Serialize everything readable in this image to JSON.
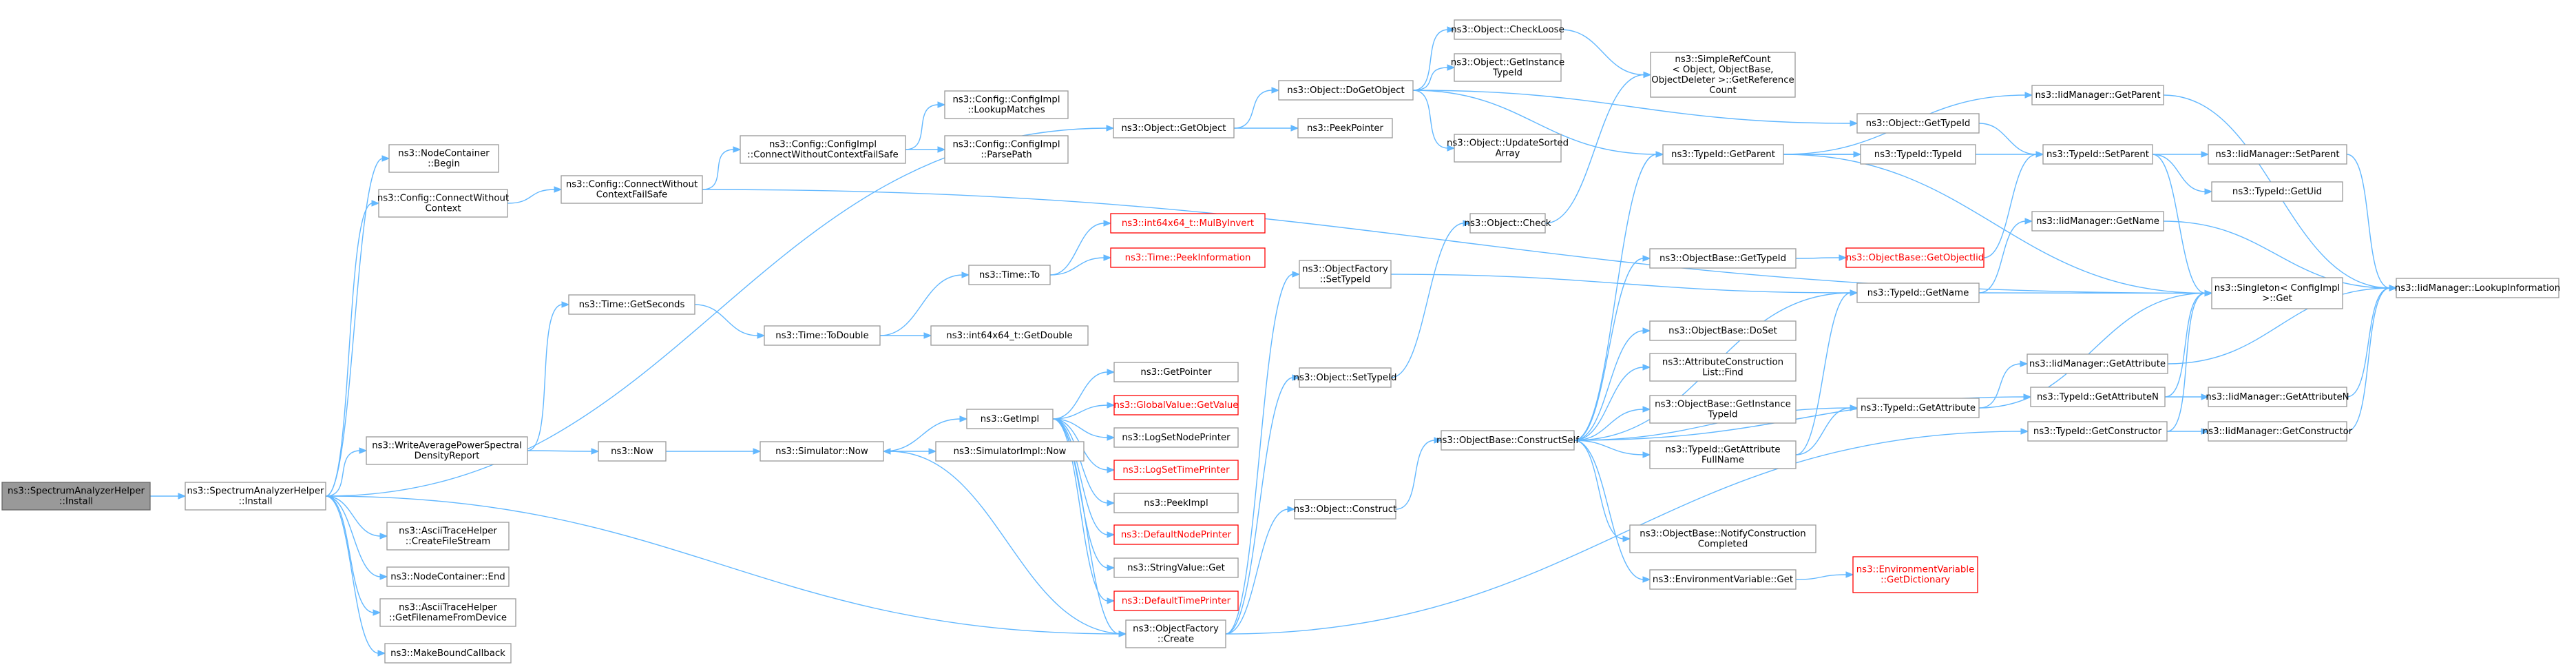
{
  "graph": {
    "nodes": [
      {
        "id": "n0",
        "lines": [
          "ns3::SpectrumAnalyzerHelper",
          "::Install"
        ],
        "kind": "root"
      },
      {
        "id": "n1",
        "lines": [
          "ns3::SpectrumAnalyzerHelper",
          "::Install"
        ],
        "kind": "normal"
      },
      {
        "id": "n2",
        "lines": [
          "ns3::NodeContainer",
          "::Begin"
        ],
        "kind": "normal"
      },
      {
        "id": "n3",
        "lines": [
          "ns3::Config::ConnectWithout",
          "Context"
        ],
        "kind": "normal"
      },
      {
        "id": "n4",
        "lines": [
          "ns3::Config::ConnectWithout",
          "ContextFailSafe"
        ],
        "kind": "normal"
      },
      {
        "id": "n5",
        "lines": [
          "ns3::Config::ConfigImpl",
          "::ConnectWithoutContextFailSafe"
        ],
        "kind": "normal"
      },
      {
        "id": "n6",
        "lines": [
          "ns3::Config::ConfigImpl",
          "::LookupMatches"
        ],
        "kind": "normal"
      },
      {
        "id": "n7",
        "lines": [
          "ns3::Config::ConfigImpl",
          "::ParsePath"
        ],
        "kind": "normal"
      },
      {
        "id": "n8",
        "lines": [
          "ns3::Object::GetObject"
        ],
        "kind": "normal"
      },
      {
        "id": "n9",
        "lines": [
          "ns3::Object::DoGetObject"
        ],
        "kind": "normal"
      },
      {
        "id": "n10",
        "lines": [
          "ns3::PeekPointer"
        ],
        "kind": "normal"
      },
      {
        "id": "n11",
        "lines": [
          "ns3::Object::CheckLoose"
        ],
        "kind": "normal"
      },
      {
        "id": "n12",
        "lines": [
          "ns3::Object::GetInstance",
          "TypeId"
        ],
        "kind": "normal"
      },
      {
        "id": "n13",
        "lines": [
          "ns3::Object::UpdateSorted",
          "Array"
        ],
        "kind": "normal"
      },
      {
        "id": "n14",
        "lines": [
          "ns3::SimpleRefCount",
          "< Object, ObjectBase,",
          "ObjectDeleter >::GetReference",
          "Count"
        ],
        "kind": "normal"
      },
      {
        "id": "n15",
        "lines": [
          "ns3::TypeId::GetParent"
        ],
        "kind": "normal"
      },
      {
        "id": "n16",
        "lines": [
          "ns3::Object::GetTypeId"
        ],
        "kind": "normal"
      },
      {
        "id": "n17",
        "lines": [
          "ns3::IidManager::GetParent"
        ],
        "kind": "normal"
      },
      {
        "id": "n18",
        "lines": [
          "ns3::TypeId::TypeId"
        ],
        "kind": "normal"
      },
      {
        "id": "n19",
        "lines": [
          "ns3::TypeId::SetParent"
        ],
        "kind": "normal"
      },
      {
        "id": "n20",
        "lines": [
          "ns3::IidManager::SetParent"
        ],
        "kind": "normal"
      },
      {
        "id": "n21",
        "lines": [
          "ns3::TypeId::GetUid"
        ],
        "kind": "normal"
      },
      {
        "id": "n22",
        "lines": [
          "ns3::IidManager::LookupInformation"
        ],
        "kind": "normal"
      },
      {
        "id": "n23",
        "lines": [
          "ns3::Singleton< ConfigImpl",
          ">::Get"
        ],
        "kind": "normal"
      },
      {
        "id": "n24",
        "lines": [
          "ns3::IidManager::GetName"
        ],
        "kind": "normal"
      },
      {
        "id": "n25",
        "lines": [
          "ns3::Time::GetSeconds"
        ],
        "kind": "normal"
      },
      {
        "id": "n26",
        "lines": [
          "ns3::Time::ToDouble"
        ],
        "kind": "normal"
      },
      {
        "id": "n27",
        "lines": [
          "ns3::Time::To"
        ],
        "kind": "normal"
      },
      {
        "id": "n28",
        "lines": [
          "ns3::int64x64_t::MulByInvert"
        ],
        "kind": "red"
      },
      {
        "id": "n29",
        "lines": [
          "ns3::Time::PeekInformation"
        ],
        "kind": "red"
      },
      {
        "id": "n30",
        "lines": [
          "ns3::int64x64_t::GetDouble"
        ],
        "kind": "normal"
      },
      {
        "id": "n31",
        "lines": [
          "ns3::WriteAveragePowerSpectral",
          "DensityReport"
        ],
        "kind": "normal"
      },
      {
        "id": "n32",
        "lines": [
          "ns3::Now"
        ],
        "kind": "normal"
      },
      {
        "id": "n33",
        "lines": [
          "ns3::Simulator::Now"
        ],
        "kind": "normal"
      },
      {
        "id": "n34",
        "lines": [
          "ns3::GetImpl"
        ],
        "kind": "normal"
      },
      {
        "id": "n35",
        "lines": [
          "ns3::SimulatorImpl::Now"
        ],
        "kind": "normal"
      },
      {
        "id": "n36",
        "lines": [
          "ns3::GetPointer"
        ],
        "kind": "normal"
      },
      {
        "id": "n37",
        "lines": [
          "ns3::GlobalValue::GetValue"
        ],
        "kind": "red"
      },
      {
        "id": "n38",
        "lines": [
          "ns3::LogSetNodePrinter"
        ],
        "kind": "normal"
      },
      {
        "id": "n39",
        "lines": [
          "ns3::LogSetTimePrinter"
        ],
        "kind": "red"
      },
      {
        "id": "n40",
        "lines": [
          "ns3::PeekImpl"
        ],
        "kind": "normal"
      },
      {
        "id": "n41",
        "lines": [
          "ns3::DefaultNodePrinter"
        ],
        "kind": "red"
      },
      {
        "id": "n42",
        "lines": [
          "ns3::StringValue::Get"
        ],
        "kind": "normal"
      },
      {
        "id": "n43",
        "lines": [
          "ns3::DefaultTimePrinter"
        ],
        "kind": "red"
      },
      {
        "id": "n44",
        "lines": [
          "ns3::ObjectFactory",
          "::Create"
        ],
        "kind": "normal"
      },
      {
        "id": "n45",
        "lines": [
          "ns3::ObjectFactory",
          "::SetTypeId"
        ],
        "kind": "normal"
      },
      {
        "id": "n46",
        "lines": [
          "ns3::Object::Check"
        ],
        "kind": "normal"
      },
      {
        "id": "n47",
        "lines": [
          "ns3::Object::SetTypeId"
        ],
        "kind": "normal"
      },
      {
        "id": "n48",
        "lines": [
          "ns3::Object::Construct"
        ],
        "kind": "normal"
      },
      {
        "id": "n49",
        "lines": [
          "ns3::ObjectBase::ConstructSelf"
        ],
        "kind": "normal"
      },
      {
        "id": "n50",
        "lines": [
          "ns3::ObjectBase::GetTypeId"
        ],
        "kind": "normal"
      },
      {
        "id": "n51",
        "lines": [
          "ns3::ObjectBase::GetObjectIid"
        ],
        "kind": "red"
      },
      {
        "id": "n52",
        "lines": [
          "ns3::TypeId::GetName"
        ],
        "kind": "normal"
      },
      {
        "id": "n53",
        "lines": [
          "ns3::ObjectBase::DoSet"
        ],
        "kind": "normal"
      },
      {
        "id": "n54",
        "lines": [
          "ns3::AttributeConstruction",
          "List::Find"
        ],
        "kind": "normal"
      },
      {
        "id": "n55",
        "lines": [
          "ns3::ObjectBase::GetInstance",
          "TypeId"
        ],
        "kind": "normal"
      },
      {
        "id": "n56",
        "lines": [
          "ns3::TypeId::GetAttribute",
          "FullName"
        ],
        "kind": "normal"
      },
      {
        "id": "n57",
        "lines": [
          "ns3::TypeId::GetAttribute"
        ],
        "kind": "normal"
      },
      {
        "id": "n58",
        "lines": [
          "ns3::IidManager::GetAttribute"
        ],
        "kind": "normal"
      },
      {
        "id": "n59",
        "lines": [
          "ns3::TypeId::GetAttributeN"
        ],
        "kind": "normal"
      },
      {
        "id": "n60",
        "lines": [
          "ns3::IidManager::GetAttributeN"
        ],
        "kind": "normal"
      },
      {
        "id": "n61",
        "lines": [
          "ns3::TypeId::GetConstructor"
        ],
        "kind": "normal"
      },
      {
        "id": "n62",
        "lines": [
          "ns3::IidManager::GetConstructor"
        ],
        "kind": "normal"
      },
      {
        "id": "n63",
        "lines": [
          "ns3::ObjectBase::NotifyConstruction",
          "Completed"
        ],
        "kind": "normal"
      },
      {
        "id": "n64",
        "lines": [
          "ns3::EnvironmentVariable::Get"
        ],
        "kind": "normal"
      },
      {
        "id": "n65",
        "lines": [
          "ns3::EnvironmentVariable",
          "::GetDictionary"
        ],
        "kind": "red"
      },
      {
        "id": "n66",
        "lines": [
          "ns3::AsciiTraceHelper",
          "::CreateFileStream"
        ],
        "kind": "normal"
      },
      {
        "id": "n67",
        "lines": [
          "ns3::NodeContainer::End"
        ],
        "kind": "normal"
      },
      {
        "id": "n68",
        "lines": [
          "ns3::AsciiTraceHelper",
          "::GetFilenameFromDevice"
        ],
        "kind": "normal"
      },
      {
        "id": "n69",
        "lines": [
          "ns3::MakeBoundCallback"
        ],
        "kind": "normal"
      }
    ],
    "edges": [
      [
        "n0",
        "n1"
      ],
      [
        "n1",
        "n2"
      ],
      [
        "n1",
        "n3"
      ],
      [
        "n3",
        "n4"
      ],
      [
        "n4",
        "n5"
      ],
      [
        "n5",
        "n6"
      ],
      [
        "n5",
        "n7"
      ],
      [
        "n4",
        "n23"
      ],
      [
        "n1",
        "n8"
      ],
      [
        "n8",
        "n9"
      ],
      [
        "n8",
        "n10"
      ],
      [
        "n9",
        "n11"
      ],
      [
        "n9",
        "n12"
      ],
      [
        "n9",
        "n13"
      ],
      [
        "n9",
        "n15"
      ],
      [
        "n9",
        "n16"
      ],
      [
        "n11",
        "n14"
      ],
      [
        "n15",
        "n17"
      ],
      [
        "n15",
        "n18"
      ],
      [
        "n15",
        "n19"
      ],
      [
        "n15",
        "n23"
      ],
      [
        "n16",
        "n19"
      ],
      [
        "n17",
        "n22"
      ],
      [
        "n19",
        "n20"
      ],
      [
        "n19",
        "n21"
      ],
      [
        "n19",
        "n23"
      ],
      [
        "n20",
        "n22"
      ],
      [
        "n1",
        "n31"
      ],
      [
        "n31",
        "n25"
      ],
      [
        "n31",
        "n32"
      ],
      [
        "n25",
        "n26"
      ],
      [
        "n26",
        "n27"
      ],
      [
        "n26",
        "n30"
      ],
      [
        "n27",
        "n28"
      ],
      [
        "n27",
        "n29"
      ],
      [
        "n32",
        "n33"
      ],
      [
        "n33",
        "n34"
      ],
      [
        "n33",
        "n35"
      ],
      [
        "n34",
        "n36"
      ],
      [
        "n34",
        "n37"
      ],
      [
        "n34",
        "n38"
      ],
      [
        "n34",
        "n39"
      ],
      [
        "n34",
        "n40"
      ],
      [
        "n34",
        "n41"
      ],
      [
        "n34",
        "n42"
      ],
      [
        "n34",
        "n43"
      ],
      [
        "n34",
        "n44"
      ],
      [
        "n44",
        "n33"
      ],
      [
        "n1",
        "n44"
      ],
      [
        "n1",
        "n66"
      ],
      [
        "n1",
        "n67"
      ],
      [
        "n1",
        "n68"
      ],
      [
        "n1",
        "n69"
      ],
      [
        "n44",
        "n45"
      ],
      [
        "n44",
        "n47"
      ],
      [
        "n44",
        "n48"
      ],
      [
        "n44",
        "n61"
      ],
      [
        "n45",
        "n52"
      ],
      [
        "n47",
        "n46"
      ],
      [
        "n46",
        "n14"
      ],
      [
        "n48",
        "n49"
      ],
      [
        "n49",
        "n15"
      ],
      [
        "n49",
        "n50"
      ],
      [
        "n49",
        "n52"
      ],
      [
        "n49",
        "n53"
      ],
      [
        "n49",
        "n54"
      ],
      [
        "n49",
        "n55"
      ],
      [
        "n49",
        "n56"
      ],
      [
        "n49",
        "n57"
      ],
      [
        "n49",
        "n59"
      ],
      [
        "n49",
        "n63"
      ],
      [
        "n49",
        "n64"
      ],
      [
        "n50",
        "n51"
      ],
      [
        "n51",
        "n19"
      ],
      [
        "n52",
        "n24"
      ],
      [
        "n52",
        "n23"
      ],
      [
        "n24",
        "n22"
      ],
      [
        "n56",
        "n52"
      ],
      [
        "n56",
        "n57"
      ],
      [
        "n57",
        "n58"
      ],
      [
        "n57",
        "n23"
      ],
      [
        "n58",
        "n22"
      ],
      [
        "n59",
        "n60"
      ],
      [
        "n59",
        "n23"
      ],
      [
        "n60",
        "n22"
      ],
      [
        "n61",
        "n62"
      ],
      [
        "n61",
        "n23"
      ],
      [
        "n62",
        "n22"
      ],
      [
        "n64",
        "n65"
      ]
    ]
  }
}
